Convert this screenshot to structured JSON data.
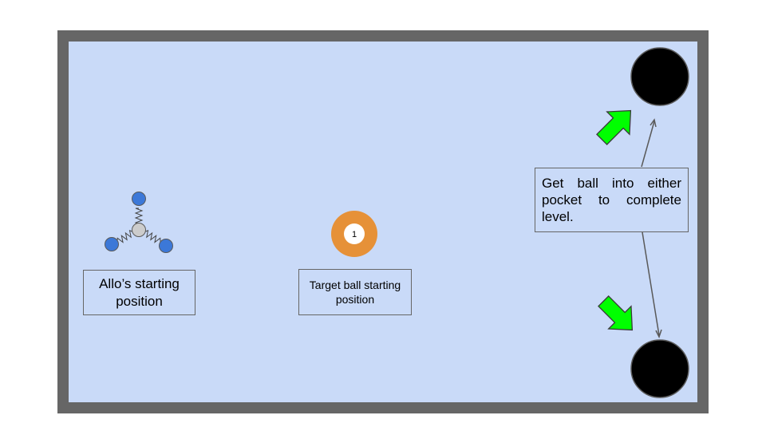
{
  "labels": {
    "allo_start": "Allo’s starting position",
    "target_start": "Target ball starting position",
    "goal": "Get ball into either pocket to complete level."
  },
  "ball": {
    "number": "1"
  },
  "colors": {
    "table_felt": "#c9daf8",
    "table_rail": "#666666",
    "pocket": "#000000",
    "arrow_fill": "#00ff00",
    "ball_ring": "#e69138",
    "ball_center": "#ffffff",
    "allo_node": "#3c78d8",
    "allo_hub": "#cccccc"
  },
  "icons": {
    "pocket_top": "pocket-icon",
    "pocket_bottom": "pocket-icon",
    "arrow_top": "arrow-up-right-icon",
    "arrow_bottom": "arrow-down-right-icon",
    "allo": "allo-robot-icon",
    "ball": "billiard-ball-icon"
  }
}
